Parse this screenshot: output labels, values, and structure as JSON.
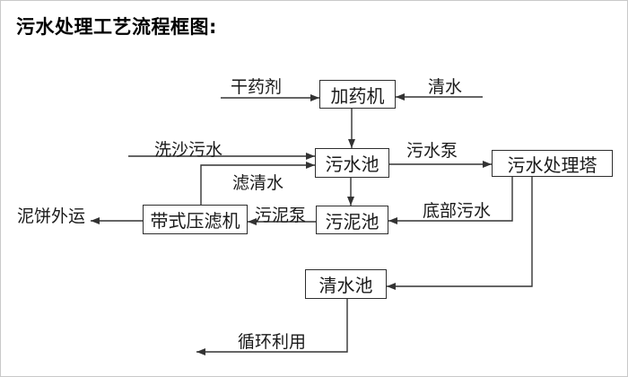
{
  "title": "污水处理工艺流程框图:",
  "diagram": {
    "nodes": {
      "dosing_machine": "加药机",
      "sewage_pool": "污水池",
      "treatment_tower": "污水处理塔",
      "sludge_pool": "污泥池",
      "belt_filter_press": "带式压滤机",
      "clean_water_pool": "清水池"
    },
    "edge_labels": {
      "dry_agent": "干药剂",
      "clean_water": "清水",
      "sand_wash_sewage": "洗沙污水",
      "filtered_water": "滤清水",
      "sewage_pump": "污水泵",
      "bottom_sewage": "底部污水",
      "sludge_pump": "污泥泵",
      "mud_cake_out": "泥饼外运",
      "recycle": "循环利用"
    }
  },
  "colors": {
    "line": "#333333",
    "text": "#1a1a1a",
    "background": "#ffffff"
  }
}
